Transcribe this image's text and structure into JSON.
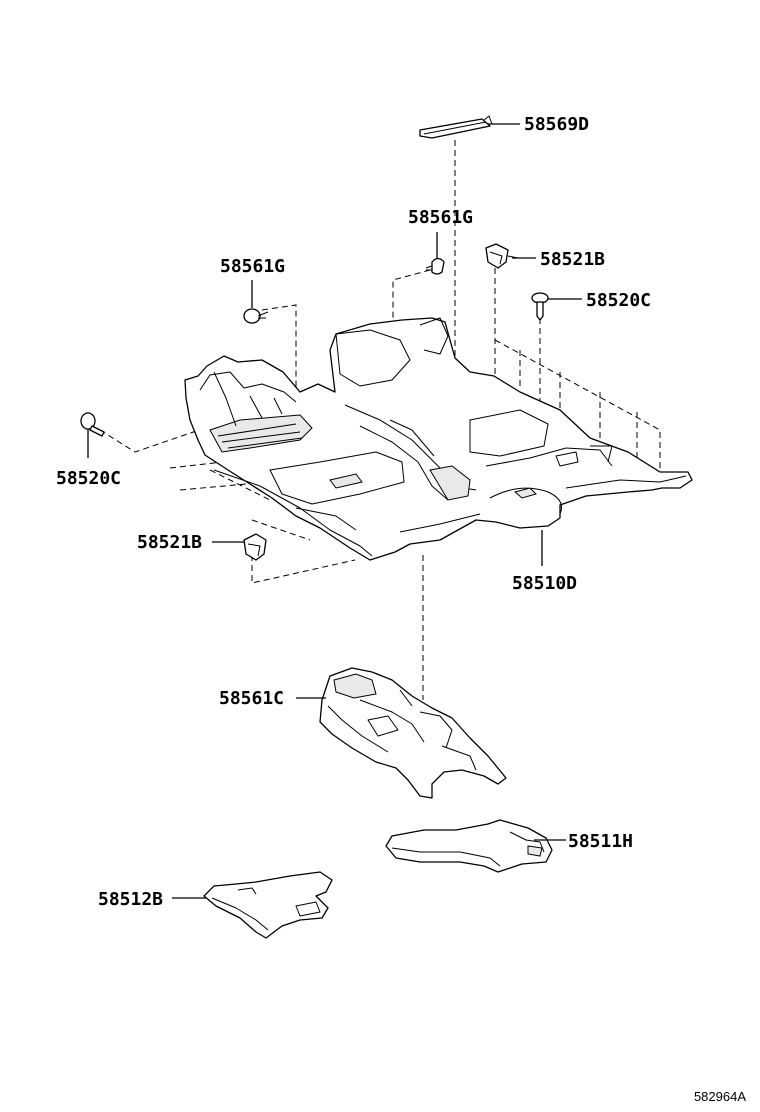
{
  "colors": {
    "line": "#000000",
    "background": "#ffffff",
    "shade": "#e9e9e9"
  },
  "labels": {
    "p58569D": "58569D",
    "p58561G_top": "58561G",
    "p58521B_top": "58521B",
    "p58520C_right": "58520C",
    "p58561G_left": "58561G",
    "p58520C_left": "58520C",
    "p58521B_left": "58521B",
    "p58510D": "58510D",
    "p58561C": "58561C",
    "p58511H": "58511H",
    "p58512B": "58512B"
  },
  "diagram_code": "582964A"
}
